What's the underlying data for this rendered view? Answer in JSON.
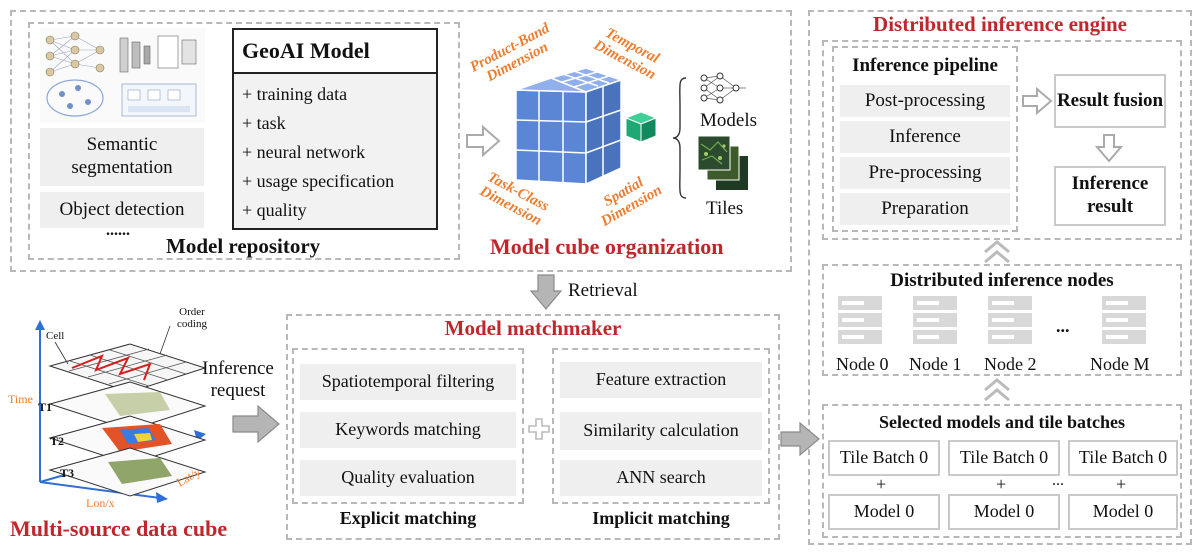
{
  "repository": {
    "caption": "Model repository",
    "semantic_seg": "Semantic segmentation",
    "object_detection": "Object detection",
    "more": "......"
  },
  "geoai": {
    "title": "GeoAI Model",
    "items": [
      "+ training data",
      "+ task",
      "+ neural network",
      "+ usage specification",
      "+ quality"
    ]
  },
  "cube": {
    "caption": "Model cube organization",
    "dim_product_band": "Product-Band Dimension",
    "dim_temporal": "Temporal Dimension",
    "dim_task_class": "Task-Class Dimension",
    "dim_spatial": "Spatial Dimension",
    "models_label": "Models",
    "tiles_label": "Tiles"
  },
  "retrieval": "Retrieval",
  "engine": {
    "title": "Distributed inference engine",
    "pipeline_title": "Inference pipeline",
    "steps": [
      "Post-processing",
      "Inference",
      "Pre-processing",
      "Preparation"
    ],
    "result_fusion": "Result fusion",
    "inference_result": "Inference result"
  },
  "nodes": {
    "title": "Distributed inference nodes",
    "labels": [
      "Node 0",
      "Node 1",
      "Node 2",
      "Node M"
    ],
    "ellipsis": "..."
  },
  "selected": {
    "title": "Selected models and tile batches",
    "tile_batches": [
      "Tile Batch 0",
      "Tile Batch 0",
      "Tile Batch 0"
    ],
    "plus": "+",
    "models": [
      "Model 0",
      "Model 0",
      "Model 0"
    ],
    "ellipsis": "..."
  },
  "datacube": {
    "caption": "Multi-source data cube",
    "order_coding": "Order coding",
    "cell": "Cell",
    "time": "Time",
    "t1": "T1",
    "t2": "T2",
    "t3": "T3",
    "lon": "Lon/x",
    "lat": "Lat/y"
  },
  "inference_request": "Inference request",
  "matchmaker": {
    "title": "Model matchmaker",
    "explicit": [
      "Spatiotemporal filtering",
      "Keywords matching",
      "Quality evaluation"
    ],
    "explicit_caption": "Explicit matching",
    "implicit": [
      "Feature extraction",
      "Similarity calculation",
      "ANN search"
    ],
    "implicit_caption": "Implicit matching"
  },
  "colors": {
    "accent_red": "#c0272d",
    "dimension_orange": "#ee7d30",
    "cube_blue": "#5b86d6",
    "cube_green": "#1ea874",
    "dash_gray": "#b8b8b8",
    "box_gray": "#efefef"
  }
}
